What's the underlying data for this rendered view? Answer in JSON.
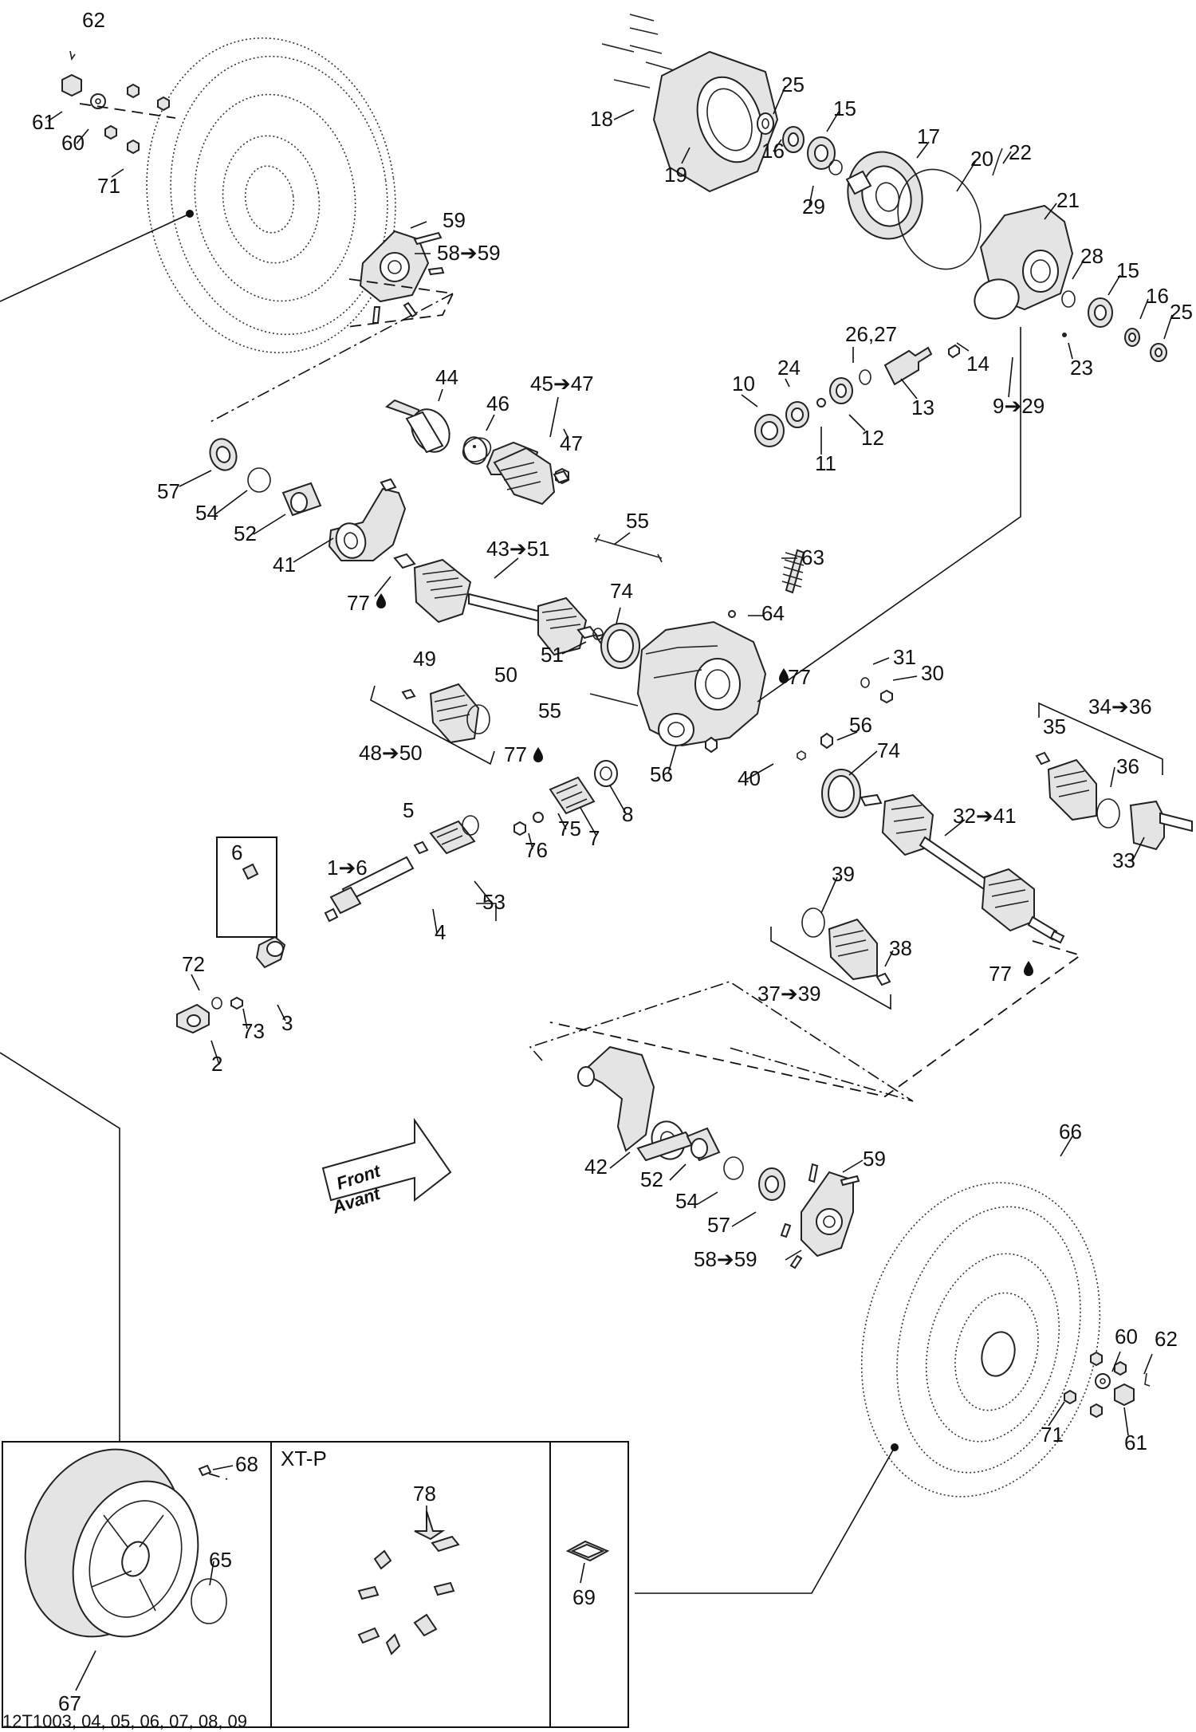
{
  "footer_code": "12T1003, 04, 05, 06, 07, 08, 09",
  "front_arrow": {
    "line1": "Front",
    "line2": "Avant"
  },
  "inset": {
    "variant_label": "XT-P"
  },
  "labels": {
    "l62a": "62",
    "l61a": "61",
    "l60a": "60",
    "l71a": "71",
    "l59a": "59",
    "l5859a": "58➔59",
    "l18": "18",
    "l19": "19",
    "l25a": "25",
    "l16a": "16",
    "l15a": "15",
    "l29": "29",
    "l17": "17",
    "l20": "20",
    "l22": "22",
    "l21": "21",
    "l28": "28",
    "l15b": "15",
    "l16b": "16",
    "l25b": "25",
    "l23": "23",
    "l14": "14",
    "l13": "13",
    "l2627": "26,27",
    "l24": "24",
    "l10": "10",
    "l11": "11",
    "l12": "12",
    "l929": "9➔29",
    "l44": "44",
    "l46": "46",
    "l4547": "45➔47",
    "l47": "47",
    "l57a": "57",
    "l54a": "54",
    "l52a": "52",
    "l41": "41",
    "l77a": "77",
    "l4351": "43➔51",
    "l55a": "55",
    "l63": "63",
    "l74a": "74",
    "l64": "64",
    "l51": "51",
    "l49": "49",
    "l50": "50",
    "l4850": "48➔50",
    "l55b": "55",
    "l77b": "77",
    "l31": "31",
    "l30": "30",
    "l3436": "34➔36",
    "l35": "35",
    "l77c": "77",
    "l56a": "56",
    "l56b": "56",
    "l74b": "74",
    "l40": "40",
    "l36": "36",
    "l8": "8",
    "l7": "7",
    "l75": "75",
    "l76": "76",
    "l5": "5",
    "l16": "1➔6",
    "l4": "4",
    "l53": "53",
    "l3241": "32➔41",
    "l33": "33",
    "l39": "39",
    "l38": "38",
    "l3739": "37➔39",
    "l77d": "77",
    "l6": "6",
    "l72": "72",
    "l73": "73",
    "l3": "3",
    "l2": "2",
    "l42": "42",
    "l52b": "52",
    "l54b": "54",
    "l57b": "57",
    "l59b": "59",
    "l5859b": "58➔59",
    "l66": "66",
    "l60b": "60",
    "l62b": "62",
    "l71b": "71",
    "l61b": "61",
    "l68": "68",
    "l65": "65",
    "l67": "67",
    "l78": "78",
    "l69": "69"
  }
}
